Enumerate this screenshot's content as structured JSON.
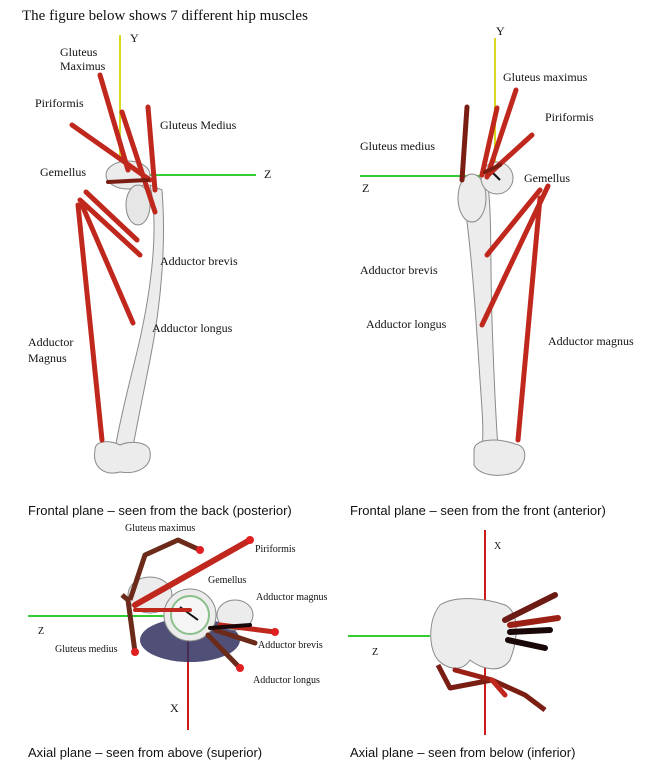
{
  "title": "The figure below shows 7 different hip muscles",
  "colors": {
    "muscle": "#c0281e",
    "muscle_dark": "#7a1d12",
    "muscle_black": "#1a0808",
    "bone": "#ececec",
    "bone_edge": "#8a8a8a",
    "axis_y": "#d8d820",
    "axis_z": "#33cc33",
    "axis_x": "#cc1a1a",
    "pelvis": "#303060"
  },
  "panels": {
    "posterior": {
      "caption": "Frontal plane – seen from the back (posterior)",
      "axis_y": "Y",
      "axis_z": "Z",
      "labels": {
        "gluteus_maximus": "Gluteus\nMaximus",
        "piriformis": "Piriformis",
        "gluteus_medius": "Gluteus Medius",
        "gemellus": "Gemellus",
        "adductor_brevis": "Adductor brevis",
        "adductor_longus": "Adductor longus",
        "adductor_magnus": "Adductor\nMagnus"
      }
    },
    "anterior": {
      "caption": "Frontal plane – seen from the front (anterior)",
      "axis_y": "Y",
      "axis_z": "Z",
      "labels": {
        "gluteus_maximus": "Gluteus maximus",
        "piriformis": "Piriformis",
        "gluteus_medius": "Gluteus medius",
        "gemellus": "Gemellus",
        "adductor_brevis": "Adductor brevis",
        "adductor_longus": "Adductor longus",
        "adductor_magnus": "Adductor magnus"
      }
    },
    "superior": {
      "caption": "Axial plane – seen from above (superior)",
      "axis_z": "Z",
      "axis_x": "X",
      "labels": {
        "gluteus_maximus": "Gluteus maximus",
        "piriformis": "Piriformis",
        "gemellus": "Gemellus",
        "adductor_magnus": "Adductor magnus",
        "gluteus_medius": "Gluteus medius",
        "adductor_brevis": "Adductor brevis",
        "adductor_longus": "Adductor longus"
      }
    },
    "inferior": {
      "caption": "Axial plane – seen from below (inferior)",
      "axis_z": "Z",
      "axis_x": "X"
    }
  }
}
